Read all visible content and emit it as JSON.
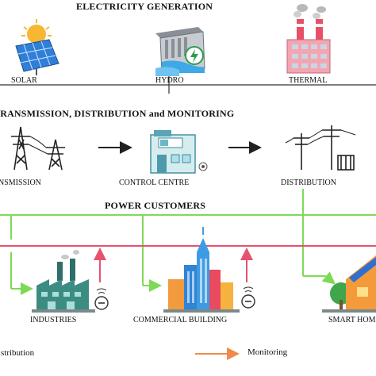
{
  "sections": {
    "generation": "ELECTRICITY GENERATION",
    "transmission": "TRANSMISSION, DISTRIBUTION and MONITORING",
    "customers": "POWER CUSTOMERS"
  },
  "generation_labels": {
    "solar": "SOLAR",
    "hydro": "HYDRO",
    "thermal": "THERMAL"
  },
  "transmission_labels": {
    "transmission": "TRANSMISSION",
    "control_centre": "CONTROL CENTRE",
    "distribution": "DISTRIBUTION"
  },
  "customer_labels": {
    "industries": "INDUSTRIES",
    "commercial": "COMMERCIAL BUILDING",
    "smart_home": "SMART HOME"
  },
  "legend": {
    "distribution": "Distribution",
    "monitoring": "Monitoring"
  },
  "colors": {
    "distribution_line": "#7ed957",
    "monitoring_line": "#e5536e",
    "legend_monitoring": "#f08a4b"
  }
}
